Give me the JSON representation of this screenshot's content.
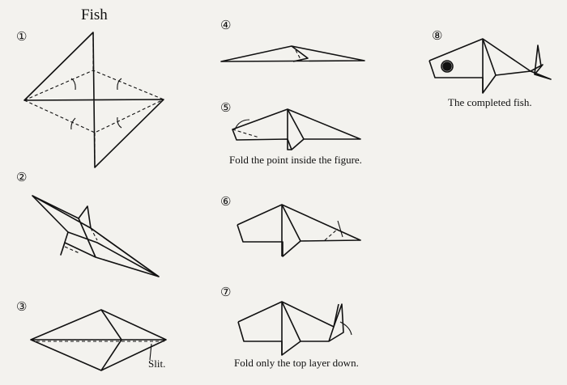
{
  "title": "Fish",
  "steps": [
    {
      "number": "①"
    },
    {
      "number": "②"
    },
    {
      "number": "③",
      "note": "Slit."
    },
    {
      "number": "④"
    },
    {
      "number": "⑤",
      "caption": "Fold the point inside the figure."
    },
    {
      "number": "⑥"
    },
    {
      "number": "⑦",
      "caption": "Fold only the top layer down."
    },
    {
      "number": "⑧",
      "caption": "The completed fish."
    }
  ]
}
